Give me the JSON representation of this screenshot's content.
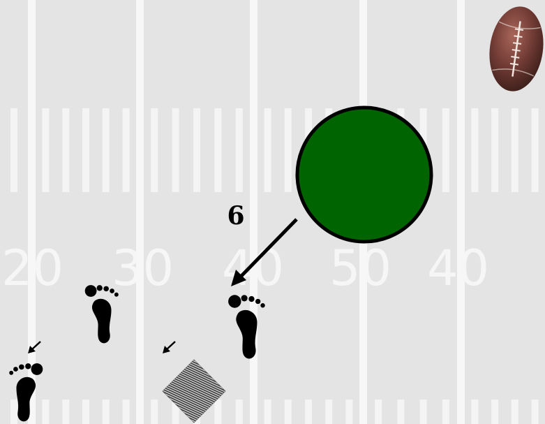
{
  "field": {
    "background_color": "#e4e4e4",
    "line_color": "#ffffff",
    "yard_numbers": [
      "20",
      "30",
      "40",
      "50",
      "40"
    ]
  },
  "player": {
    "color": "#006400",
    "route_label": "6"
  },
  "icons": {
    "ball": "football-icon",
    "footprint": "footprint-icon",
    "arrow": "arrow-icon",
    "marker": "hatched-diamond-marker-icon"
  }
}
